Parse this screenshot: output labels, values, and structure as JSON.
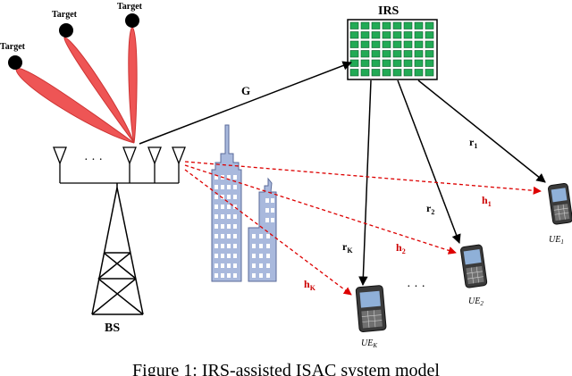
{
  "labels": {
    "targets": [
      "Target",
      "Target",
      "Target"
    ],
    "irs": "IRS",
    "bs": "BS",
    "g": "G",
    "dots_antenna": "· · ·",
    "dots_users": "· · ·"
  },
  "channels": {
    "r1": {
      "base": "r",
      "sub": "1"
    },
    "r2": {
      "base": "r",
      "sub": "2"
    },
    "rK": {
      "base": "r",
      "sub": "K"
    },
    "h1": {
      "base": "h",
      "sub": "1"
    },
    "h2": {
      "base": "h",
      "sub": "2"
    },
    "hK": {
      "base": "h",
      "sub": "K"
    }
  },
  "users": {
    "ue1": {
      "base": "UE",
      "sub": "1"
    },
    "ue2": {
      "base": "UE",
      "sub": "2"
    },
    "ueK": {
      "base": "UE",
      "sub": "K"
    }
  },
  "caption": "Figure 1: IRS-assisted ISAC system model",
  "colors": {
    "beam": "#ee5555",
    "irs_element": "#22aa55",
    "building": "#a9b9dd",
    "building_window": "#ffffff",
    "sensing_link": "#dd0000",
    "link": "#000000"
  }
}
